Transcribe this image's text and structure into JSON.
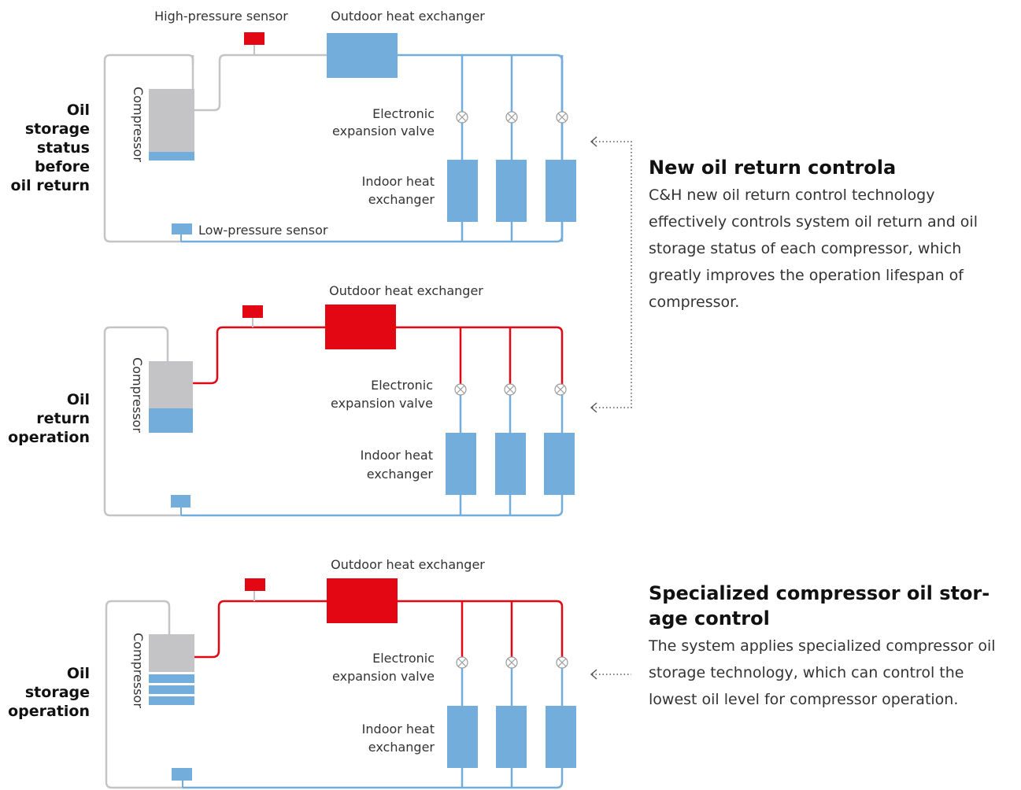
{
  "sections": [
    {
      "title_lines": [
        "Oil",
        "storage",
        "status",
        "before",
        "oil return"
      ],
      "labels": {
        "high_pressure_sensor": "High-pressure sensor",
        "outdoor_heat_exchanger": "Outdoor heat exchanger",
        "compressor": "Compressor",
        "valve_line1": "Electronic",
        "valve_line2": "expansion valve",
        "indoor_line1": "Indoor heat",
        "indoor_line2": "exchanger",
        "low_pressure_sensor": "Low-pressure sensor"
      }
    },
    {
      "title_lines": [
        "Oil",
        "return",
        "operation"
      ],
      "labels": {
        "outdoor_heat_exchanger": "Outdoor heat exchanger",
        "compressor": "Compressor",
        "valve_line1": "Electronic",
        "valve_line2": "expansion valve",
        "indoor_line1": "Indoor heat",
        "indoor_line2": "exchanger"
      }
    },
    {
      "title_lines": [
        "Oil",
        "storage",
        "operation"
      ],
      "labels": {
        "outdoor_heat_exchanger": "Outdoor heat exchanger",
        "compressor": "Compressor",
        "valve_line1": "Electronic",
        "valve_line2": "expansion valve",
        "indoor_line1": "Indoor heat",
        "indoor_line2": "exchanger"
      }
    }
  ],
  "descriptions": [
    {
      "heading": "New oil return controla",
      "body": "C&H new oil return control technology effectively controls system oil return and oil storage status of each compressor, which greatly improves the operation lifespan of compressor."
    },
    {
      "heading_line1": "Specialized compressor oil stor-",
      "heading_line2": "age control",
      "body": "The system applies specialized compressor oil storage technology, which can control the lowest oil level for compressor operation."
    }
  ],
  "colors": {
    "blue": "#72addc",
    "pipe_blue": "#72addc",
    "red": "#e30613",
    "grey": "#c4c4c6",
    "grey_line": "#c4c4c6"
  }
}
